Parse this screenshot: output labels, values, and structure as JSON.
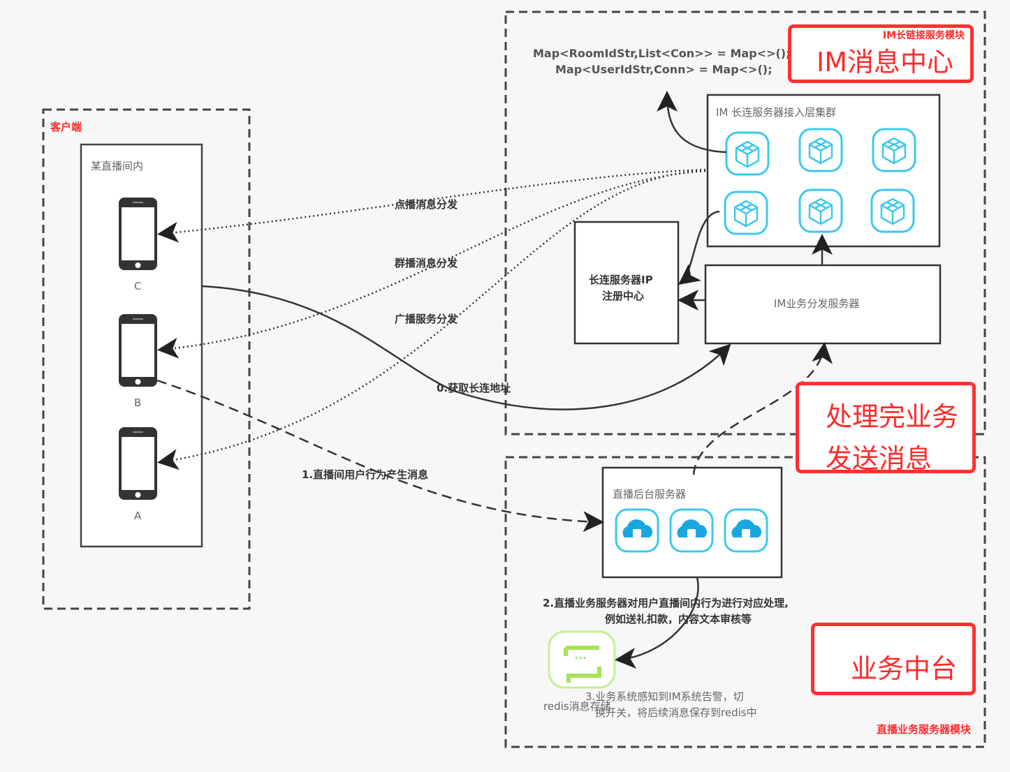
{
  "client_module": {
    "label": "客户端",
    "room_label": "某直播间内",
    "phones": [
      "C",
      "B",
      "A"
    ]
  },
  "im_module": {
    "label": "IM长链接服务模块",
    "map_code": [
      "Map<RoomIdStr,List<Con>> = Map<>();",
      "Map<UserIdStr,Conn> = Map<>();"
    ],
    "cluster_label": "IM 长连服务器接入层集群",
    "registry_label": [
      "长连服务器IP",
      "注册中心"
    ],
    "dispatch_label": "IM业务分发服务器"
  },
  "business_module": {
    "label": "直播业务服务器模块",
    "backend_label": "直播后台服务器",
    "step2": [
      "2.直播业务服务器对用户直播间内行为进行对应处理,",
      "例如送礼扣款，内容文本审核等"
    ],
    "redis_label": "redis消息存储",
    "step3": [
      "3.业务系统感知到IM系统告警，切",
      "换开关，将后续消息保存到redis中"
    ]
  },
  "edges": {
    "unicast": "点播消息分发",
    "groupcast": "群播消息分发",
    "broadcast": "广播服务分发",
    "step0": "0.获取长连地址",
    "step1": "1.直播间用户行为产生消息"
  },
  "annotations": {
    "im_center": "IM消息中心",
    "after_processing": [
      "处理完业务",
      "发送消息"
    ],
    "business_platform": "业务中台"
  },
  "colors": {
    "annotation_red": "#ff3030",
    "icon_cyan": "#3cc8ee",
    "redis_green": "#a6e35a"
  }
}
